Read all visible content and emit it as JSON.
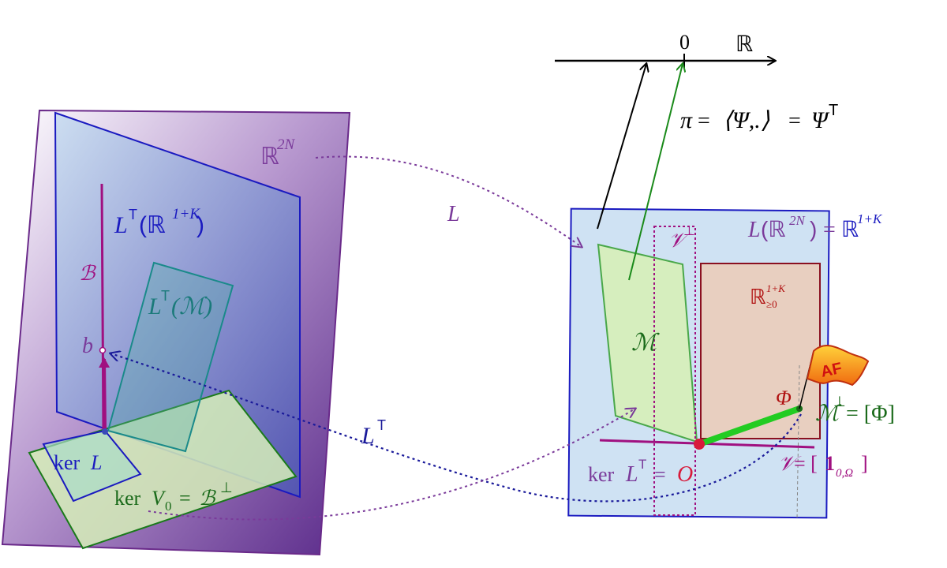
{
  "axis": {
    "zero": "0",
    "reals": "ℝ"
  },
  "projection": {
    "pi": "π",
    "eq1": "=",
    "psi_bracket": "⟨Ψ,.⟩",
    "eq2": "=",
    "psi": "Ψ",
    "T": "T"
  },
  "left": {
    "r2n_base": "ℝ",
    "r2n_exp": "2N",
    "lt_L": "L",
    "lt_T": "T",
    "lt_paren": "(ℝ",
    "lt_exp": "1+K",
    "lt_close": ")",
    "B": "ℬ",
    "LTM_L": "L",
    "LTM_T": "T",
    "LTM_M": "(ℳ)",
    "b": "b",
    "kerL_ker": "ker",
    "kerL_L": "L",
    "kerV0_ker": "ker",
    "kerV0_V": "V",
    "kerV0_sub": "0",
    "kerV0_eq": "=",
    "kerV0_B": "ℬ",
    "kerV0_perp": "⊥"
  },
  "maps": {
    "L": "L",
    "LT_L": "L",
    "LT_T": "T"
  },
  "right": {
    "image_L": "L",
    "image_paren": "(ℝ",
    "image_exp": "2N",
    "image_close": ")",
    "image_eq": "=",
    "image_R": "ℝ",
    "image_Rexp": "1+K",
    "Vperp_V": "𝒱",
    "Vperp_perp": "⊥",
    "Rpos_R": "ℝ",
    "Rpos_exp": "1+K",
    "Rpos_sub": "≥0",
    "M": "ℳ",
    "Phi": "Φ",
    "AF": "AF",
    "Mperp_M": "ℳ",
    "Mperp_perp": "⊥",
    "Mperp_eq": "= [Φ]",
    "V_V": "𝒱",
    "V_eq": "= [",
    "V_one": "1",
    "V_sub": "0,Ω",
    "V_close": "]",
    "kerLT_ker": "ker",
    "kerLT_L": "L",
    "kerLT_T": "T",
    "kerLT_eq": "=",
    "kerLT_O": "O"
  },
  "colors": {
    "purple": "#7a3a9a",
    "blue": "#1a1ac0",
    "green": "#1a8a1a",
    "darkred": "#8a1020",
    "magenta": "#a01080",
    "teal": "#1a7a7a",
    "light_blue_fill": "#cfe2f3",
    "rpos_fill": "#e8cfc0",
    "m_fill": "#d6efb8"
  }
}
